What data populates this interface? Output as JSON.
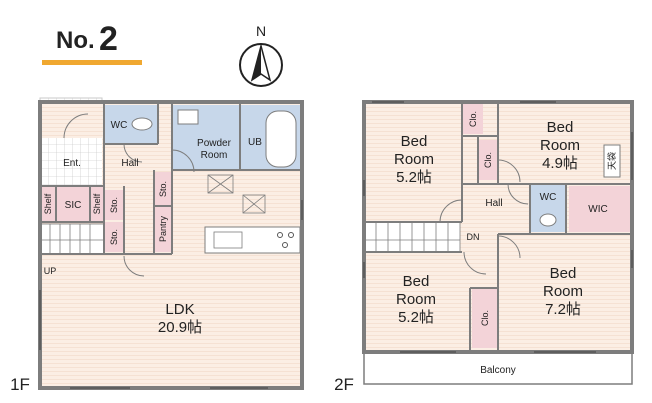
{
  "plan_number": {
    "prefix": "No.",
    "number": "2"
  },
  "compass": {
    "north_label": "N"
  },
  "floor1": {
    "floor_label": "1F",
    "rooms": {
      "wc": "WC",
      "powder_room_line1": "Powder",
      "powder_room_line2": "Room",
      "ub": "UB",
      "entrance": "Ent.",
      "hall": "Hall",
      "sic": "SIC",
      "shelf_left": "Shelf",
      "shelf_right": "Shelf",
      "sto_a": "Sto.",
      "sto_b": "Sto.",
      "sto_c": "Sto.",
      "pantry": "Pantry",
      "ldk_line1": "LDK",
      "ldk_line2": "20.9帖",
      "up": "UP"
    }
  },
  "floor2": {
    "floor_label": "2F",
    "rooms": {
      "bed_nw_line1": "Bed",
      "bed_nw_line2": "Room",
      "bed_nw_size": "5.2帖",
      "bed_ne_line1": "Bed",
      "bed_ne_line2": "Room",
      "bed_ne_size": "4.9帖",
      "skylight": "天袋",
      "clo_a": "Clo.",
      "clo_b": "Clo.",
      "clo_c": "Clo.",
      "hall": "Hall",
      "wc": "WC",
      "wic": "WIC",
      "dn": "DN",
      "bed_sw_line1": "Bed",
      "bed_sw_line2": "Room",
      "bed_sw_size": "5.2帖",
      "bed_se_line1": "Bed",
      "bed_se_line2": "Room",
      "bed_se_size": "7.2帖",
      "balcony": "Balcony"
    }
  },
  "colors": {
    "wall": "#7d7d7d",
    "floor_wood": "#fbeee4",
    "wet_area": "#c7d7ea",
    "storage": "#f3d3d8",
    "tile": "#ffffff",
    "accent_underline": "#f0a830"
  }
}
